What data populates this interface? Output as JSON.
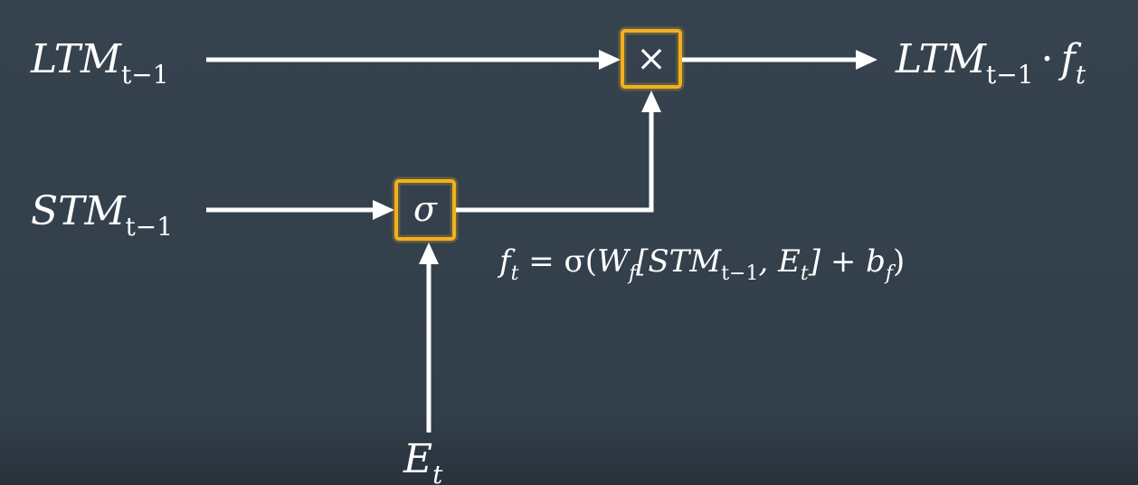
{
  "labels": {
    "ltm_in": {
      "base": "LTM",
      "sub": "t−1"
    },
    "stm_in": {
      "base": "STM",
      "sub": "t−1"
    },
    "event_in": {
      "base": "E",
      "sub": "t"
    },
    "ltm_out": {
      "base": "LTM",
      "sub": "t−1",
      "dot": "·",
      "f": "f",
      "f_sub": "t"
    }
  },
  "gates": {
    "multiply": "×",
    "sigmoid": "σ"
  },
  "equation": {
    "f": "f",
    "f_sub": "t",
    "eq": " = σ(",
    "W": "W",
    "W_sub": "f",
    "open": "[STM",
    "stm_sub": "t−1",
    "comma": ", E",
    "e_sub": "t",
    "close": "] + b",
    "b_sub": "f",
    "end": ")"
  },
  "colors": {
    "background": "#33414e",
    "gate_outline": "#f2b01e",
    "foreground": "#ffffff"
  }
}
